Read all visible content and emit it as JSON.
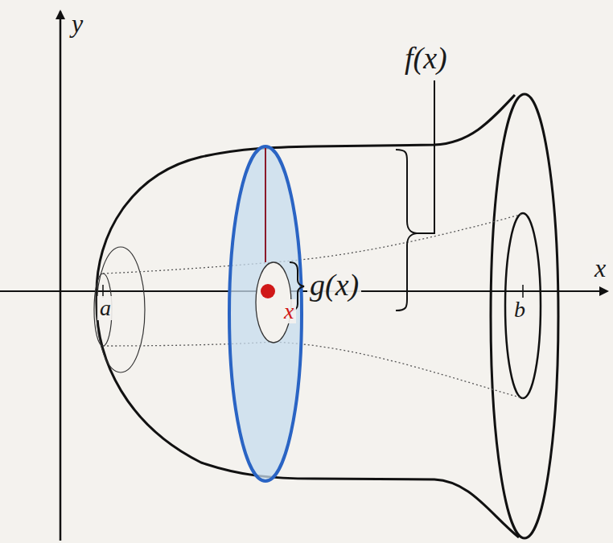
{
  "diagram": {
    "labels": [
      "y",
      "f(x)",
      "g(x)",
      "x",
      "a",
      "x",
      "b"
    ]
  }
}
